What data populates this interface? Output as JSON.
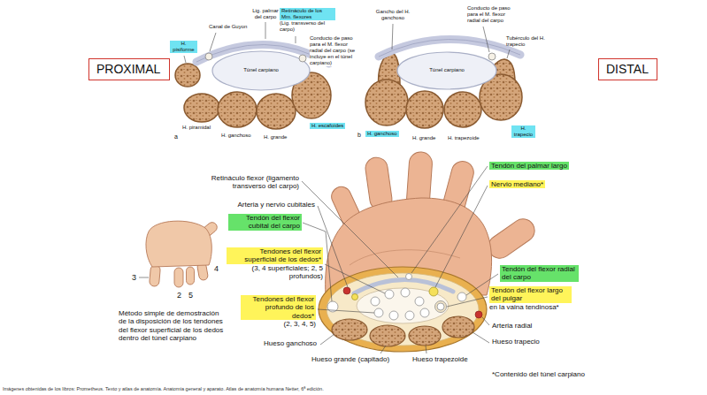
{
  "diagram": {
    "caption": "Imágenes obtenidas de los libros: Prometheus. Texto y atlas de anatomía. Anatomía general y aparato. Atlas de anatomía humana Netter, 6ª edición.",
    "nodes": [
      {
        "text": [
          "PROXIMAL"
        ]
      },
      {
        "text": [
          "H. pisiforme"
        ]
      },
      {
        "text": [
          "Retináculo de los Mm. flexores",
          "(Lig. transverso del carpo)"
        ]
      },
      {
        "text": [
          "H. escafoides"
        ]
      },
      {
        "text": [
          "H. ganchoso"
        ]
      },
      {
        "text": [
          "H. trapecio"
        ]
      },
      {
        "text": [
          "DISTAL"
        ]
      },
      {
        "text": [
          "Tendón del palmar largo"
        ]
      },
      {
        "text": [
          "Nervio mediano*"
        ]
      },
      {
        "text": [
          "Tendón del flexor cubital del carpo"
        ]
      },
      {
        "text": [
          "Tendones del flexor superficial de los dedos*",
          "(3, 4 superficiales; 2, 5 profundos)"
        ]
      },
      {
        "text": [
          "Tendón del flexor radial del carpo"
        ]
      },
      {
        "text": [
          "Tendón del flexor largo del pulgar",
          "en la vaina tendinosa*"
        ]
      },
      {
        "text": [
          "Tendones del flexor profundo de los dedos*",
          "(2, 3, 4, 5)"
        ]
      }
    ],
    "labels": [
      "Canal de Guyon",
      "Lig. palmar del carpo",
      "Conducto de paso para el M. flexor radial del carpo (se incluye en el túnel carpiano)",
      "Túnel carpiano",
      "a",
      "H. piramidal",
      "H. ganchoso",
      "H. grande",
      "Gancho del H. ganchoso",
      "Conducto de paso para el M. flexor radial del carpo",
      "Tubérculo del H. trapecio",
      "Túnel carpiano",
      "b",
      "H. grande",
      "H. trapezoide",
      "Retináculo flexor (ligamento transverso del carpo)",
      "Arteria y nervio cubitales",
      "Hueso ganchoso",
      "Hueso grande (capitado)",
      "Hueso trapezoide",
      "Hueso trapecio",
      "Arteria radial",
      "*Contenido del túnel carpiano",
      "3",
      "4",
      "2",
      "5",
      "Método simple de demostración de la disposición de los tendones del flexor superficial de los dedos dentro del túnel carpiano"
    ]
  }
}
